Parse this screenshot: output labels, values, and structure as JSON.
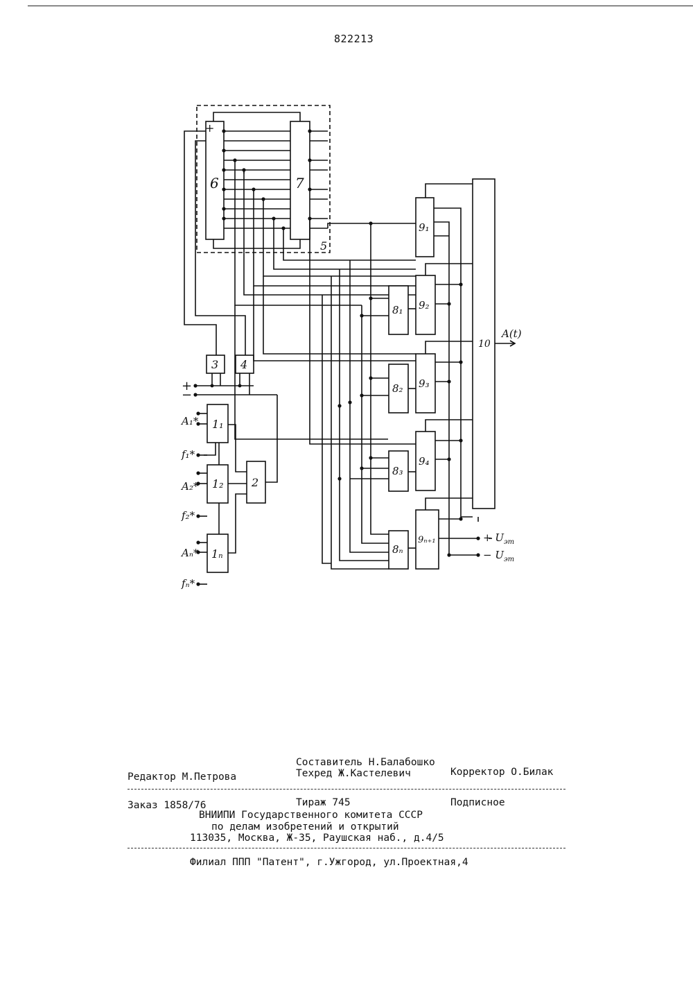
{
  "header": {
    "patent_number": "822213"
  },
  "diagram": {
    "labels": {
      "b6": "6",
      "b7": "7",
      "b5": "5",
      "b3": "3",
      "b4": "4",
      "b2": "2",
      "b1_1": "1₁",
      "b1_2": "1₂",
      "b1_n": "1ₙ",
      "b8_1": "8₁",
      "b8_2": "8₂",
      "b8_3": "8₃",
      "b8_n": "8ₙ",
      "b9_1": "9₁",
      "b9_2": "9₂",
      "b9_3": "9₃",
      "b9_4": "9₄",
      "b9_n1": "9ₙ₊₁",
      "b10": "10",
      "plus_left": "+",
      "minus_left": "−",
      "plus_b6": "+",
      "a1": "A₁*",
      "f1": "f₁*",
      "a2": "A₂*",
      "f2": "f₂*",
      "an": "Aₙ*",
      "fn": "fₙ*",
      "out": "A(t)",
      "u_plus": "+ U",
      "u_plus_sub": "эт",
      "u_minus": "− U",
      "u_minus_sub": "эт"
    }
  },
  "imprint": {
    "compiler": "Составитель Н.Балабошко",
    "editor": "Редактор М.Петрова",
    "techred": "Техред Ж.Кастелевич",
    "corrector": "Корректор О.Билак",
    "order": "Заказ 1858/76",
    "circulation": "Тираж 745",
    "subscription": "Подписное",
    "org_line1": "ВНИИПИ Государственного комитета СССР",
    "org_line2": "по делам изобретений и открытий",
    "address": "113035, Москва, Ж-35, Раушская наб., д.4/5",
    "branch": "Филиал ППП \"Патент\", г.Ужгород, ул.Проектная,4"
  }
}
